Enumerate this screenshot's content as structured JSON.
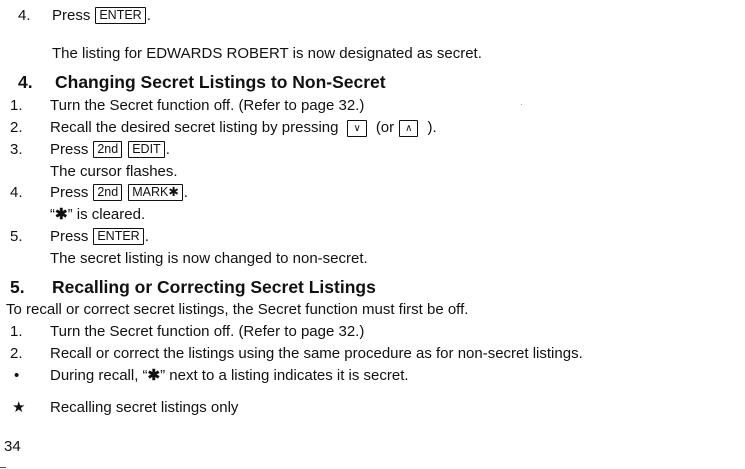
{
  "step4_enter": {
    "num": "4.",
    "press": "Press",
    "key": "ENTER",
    "after": "."
  },
  "step4_note": "The listing for EDWARDS ROBERT is now designated as secret.",
  "section4": {
    "num": "4.",
    "title": "Changing Secret Listings to Non-Secret"
  },
  "s4_items": [
    {
      "num": "1.",
      "text": "Turn the Secret function off. (Refer to page 32.)"
    },
    {
      "num": "2.",
      "text": "Recall the desired secret listing by pressing",
      "key1": "∨",
      "mid": "(or",
      "key2": "∧",
      "end": ")."
    },
    {
      "num": "3.",
      "press": "Press",
      "key1": "2nd",
      "key2": "EDIT",
      "end": "."
    },
    {
      "note": "The cursor flashes."
    },
    {
      "num": "4.",
      "press": "Press",
      "key1": "2nd",
      "key2": "MARK✱",
      "end": "."
    },
    {
      "note_pre": "“",
      "note_star": "✱",
      "note_post": "” is cleared."
    },
    {
      "num": "5.",
      "press": "Press",
      "key1": "ENTER",
      "end": "."
    },
    {
      "note": "The secret listing is now changed to non-secret."
    }
  ],
  "section5": {
    "num": "5.",
    "title": "Recalling or Correcting Secret Listings"
  },
  "s5_intro": "To recall or correct secret listings, the Secret function must first be off.",
  "s5_items": [
    {
      "num": "1.",
      "text": "Turn the Secret function off. (Refer to page 32.)"
    },
    {
      "num": "2.",
      "text": "Recall or correct the listings using the same procedure as for non-secret listings."
    },
    {
      "bullet": "•",
      "pre": "During recall, “",
      "star": "✱",
      "post": "” next to a listing indicates it is secret."
    }
  ],
  "footnote": {
    "marker": "★",
    "text": "Recalling secret listings only"
  },
  "page_number": "34"
}
